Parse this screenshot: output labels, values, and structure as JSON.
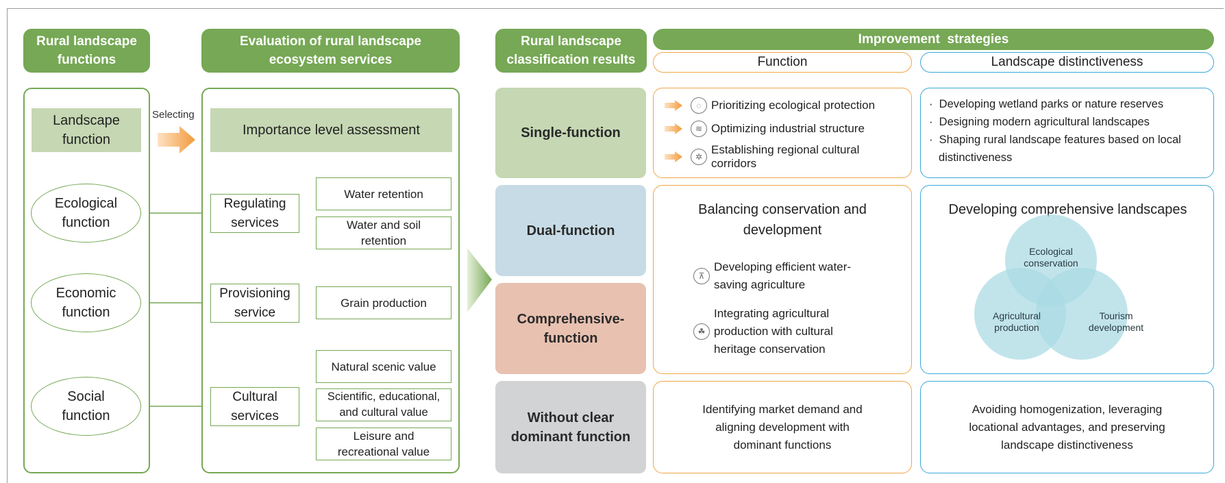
{
  "headers": {
    "functions": "Rural landscape functions",
    "evaluation": "Evaluation of rural landscape ecosystem services",
    "classification": "Rural landscape classification results",
    "strategies": "Improvement  strategies",
    "function_col": "Function",
    "distinct_col": "Landscape distinctiveness"
  },
  "left": {
    "landscape_function": "Landscape function",
    "selecting": "Selecting",
    "functions": [
      "Ecological function",
      "Economic function",
      "Social function"
    ]
  },
  "middle": {
    "importance": "Importance level assessment",
    "services": [
      "Regulating services",
      "Provisioning service",
      "Cultural services"
    ],
    "items": [
      "Water retention",
      "Water and soil retention",
      "Grain production",
      "Natural scenic value",
      "Scientific, educational, and cultural value",
      "Leisure and recreational value"
    ]
  },
  "classes": [
    "Single-function",
    "Dual-function",
    "Comprehensive-function",
    "Without clear dominant function"
  ],
  "class_colors": [
    "#c5d7b3",
    "#c7dbe6",
    "#e8c1b0",
    "#d2d3d5"
  ],
  "function_strategies": {
    "single": [
      "Prioritizing ecological protection",
      "Optimizing industrial structure",
      "Establishing regional cultural corridors"
    ],
    "single_icons": [
      "water-drop-icon",
      "factory-icon",
      "culture-icon"
    ],
    "dual_title": "Balancing conservation and development",
    "dual_items": [
      "Developing efficient water-saving agriculture",
      "Integrating agricultural production with cultural heritage conservation"
    ],
    "dual_icons": [
      "irrigation-icon",
      "wheat-icon"
    ],
    "none": "Identifying market demand and aligning development with dominant functions"
  },
  "distinct_strategies": {
    "single": [
      "Developing wetland parks or nature reserves",
      "Designing modern agricultural landscapes",
      "Shaping rural landscape features based on local distinctiveness"
    ],
    "dual_title": "Developing comprehensive landscapes",
    "venn": [
      "Ecological conservation",
      "Agricultural production",
      "Tourism development"
    ],
    "none": "Avoiding homogenization, leveraging locational advantages, and preserving landscape distinctiveness"
  },
  "colors": {
    "green": "#76a855",
    "orange": "#f0a64a",
    "blue": "#3aa9d8",
    "venn": "#a9d9e3"
  }
}
